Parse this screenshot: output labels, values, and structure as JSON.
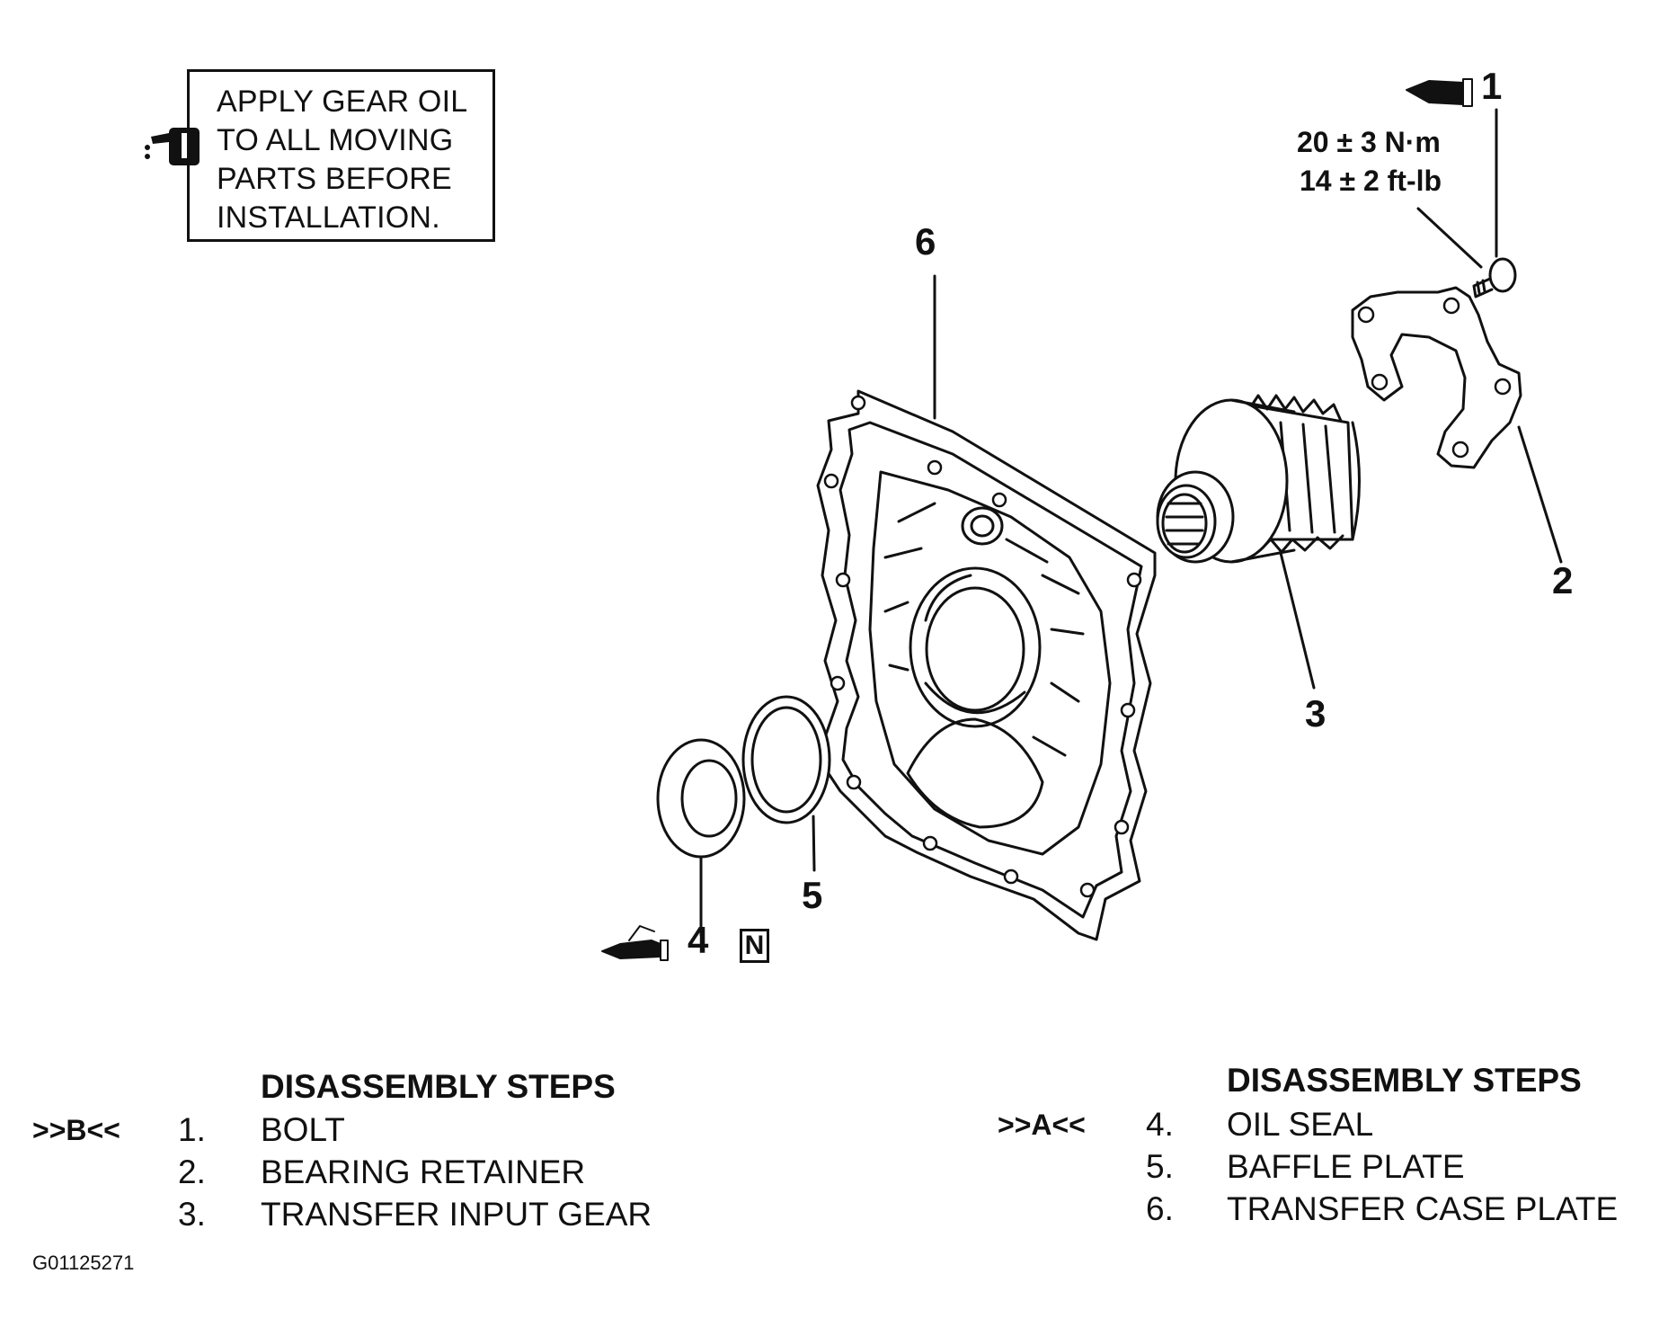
{
  "note": {
    "lines": [
      "APPLY GEAR OIL",
      "TO ALL MOVING",
      "PARTS BEFORE",
      "INSTALLATION."
    ],
    "icon": "oil-can-icon"
  },
  "callouts": {
    "c1": "1",
    "c2": "2",
    "c3": "3",
    "c4": "4",
    "c5": "5",
    "c6": "6",
    "n_mark": "N"
  },
  "torque": {
    "metric": "20 ± 3 N·m",
    "imperial": "14 ± 2 ft-lb"
  },
  "icons": {
    "sealant_tube": "sealant-tube-icon",
    "grease_gun": "grease-gun-icon"
  },
  "steps_left": {
    "heading": "DISASSEMBLY STEPS",
    "mark": ">>B<<",
    "items": [
      {
        "num": "1.",
        "label": "BOLT"
      },
      {
        "num": "2.",
        "label": "BEARING RETAINER"
      },
      {
        "num": "3.",
        "label": "TRANSFER INPUT GEAR"
      }
    ]
  },
  "steps_right": {
    "heading": "DISASSEMBLY STEPS",
    "mark": ">>A<<",
    "items": [
      {
        "num": "4.",
        "label": "OIL SEAL"
      },
      {
        "num": "5.",
        "label": "BAFFLE PLATE"
      },
      {
        "num": "6.",
        "label": "TRANSFER CASE PLATE"
      }
    ]
  },
  "figure_id": "G01125271"
}
